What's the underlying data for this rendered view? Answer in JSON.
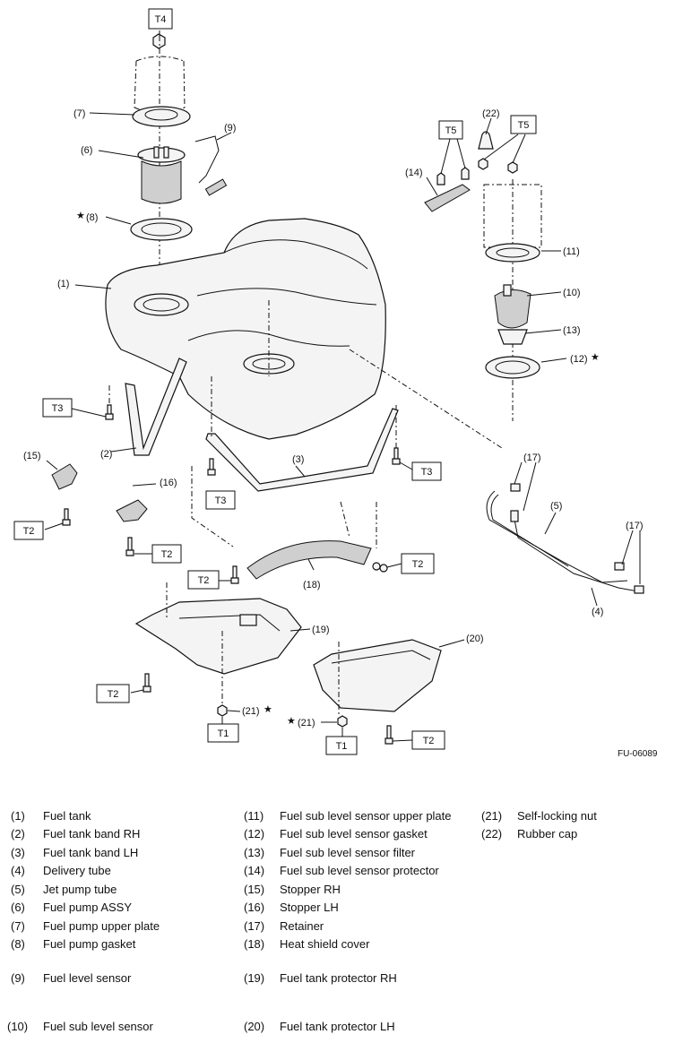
{
  "torque_boxes": [
    {
      "id": "t4-top",
      "text": "T4"
    },
    {
      "id": "t5-left",
      "text": "T5"
    },
    {
      "id": "t5-right",
      "text": "T5"
    },
    {
      "id": "t3-left",
      "text": "T3"
    },
    {
      "id": "t3-middle",
      "text": "T3"
    },
    {
      "id": "t3-right",
      "text": "T3"
    },
    {
      "id": "t2-stopper-rh",
      "text": "T2"
    },
    {
      "id": "t2-stopper-lh",
      "text": "T2"
    },
    {
      "id": "t2-protector",
      "text": "T2"
    },
    {
      "id": "t2-heatshield",
      "text": "T2"
    },
    {
      "id": "t2-lower-left",
      "text": "T2"
    },
    {
      "id": "t2-lower-right",
      "text": "T2"
    },
    {
      "id": "t1-left",
      "text": "T1"
    },
    {
      "id": "t1-right",
      "text": "T1"
    }
  ],
  "callouts": {
    "c1": "(1)",
    "c2": "(2)",
    "c3": "(3)",
    "c4": "(4)",
    "c5": "(5)",
    "c6": "(6)",
    "c7": "(7)",
    "c8": "(8)",
    "c9": "(9)",
    "c10": "(10)",
    "c11": "(11)",
    "c12": "(12)",
    "c13": "(13)",
    "c14": "(14)",
    "c15": "(15)",
    "c16": "(16)",
    "c17a": "(17)",
    "c17b": "(17)",
    "c18": "(18)",
    "c19": "(19)",
    "c20": "(20)",
    "c21a": "(21)",
    "c21b": "(21)",
    "c22": "(22)",
    "star": "★"
  },
  "figure_code": "FU-06089",
  "legend": [
    {
      "num": "(1)",
      "name": "Fuel tank"
    },
    {
      "num": "(2)",
      "name": "Fuel tank band RH"
    },
    {
      "num": "(3)",
      "name": "Fuel tank band LH"
    },
    {
      "num": "(4)",
      "name": "Delivery tube"
    },
    {
      "num": "(5)",
      "name": "Jet pump tube"
    },
    {
      "num": "(6)",
      "name": "Fuel pump ASSY"
    },
    {
      "num": "(7)",
      "name": "Fuel pump upper plate"
    },
    {
      "num": "(8)",
      "name": "Fuel pump gasket"
    },
    {
      "num": "(9)",
      "name": "Fuel level sensor"
    },
    {
      "num": "(10)",
      "name": "Fuel sub level sensor"
    },
    {
      "num": "(11)",
      "name": "Fuel sub level sensor upper plate"
    },
    {
      "num": "(12)",
      "name": "Fuel sub level sensor gasket"
    },
    {
      "num": "(13)",
      "name": "Fuel sub level sensor filter"
    },
    {
      "num": "(14)",
      "name": "Fuel sub level sensor protector"
    },
    {
      "num": "(15)",
      "name": "Stopper RH"
    },
    {
      "num": "(16)",
      "name": "Stopper LH"
    },
    {
      "num": "(17)",
      "name": "Retainer"
    },
    {
      "num": "(18)",
      "name": "Heat shield cover"
    },
    {
      "num": "(19)",
      "name": "Fuel tank protector RH"
    },
    {
      "num": "(20)",
      "name": "Fuel tank protector LH"
    },
    {
      "num": "(21)",
      "name": "Self-locking nut"
    },
    {
      "num": "(22)",
      "name": "Rubber cap"
    }
  ]
}
